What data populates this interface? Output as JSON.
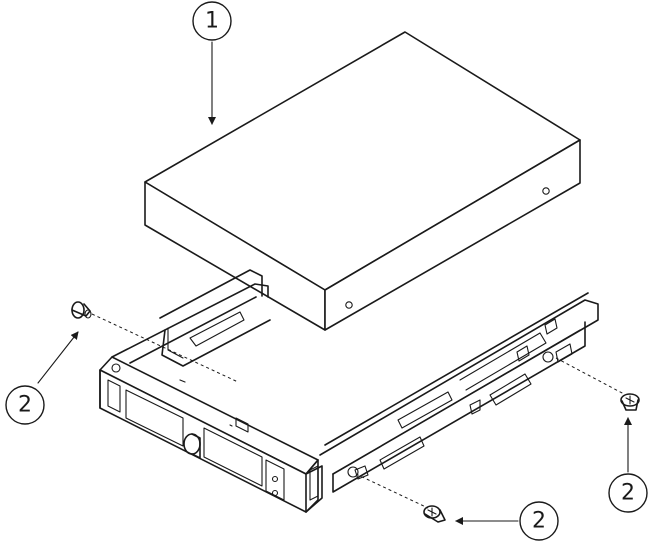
{
  "callouts": {
    "c1": "1",
    "c2a": "2",
    "c2b": "2",
    "c2c": "2"
  }
}
